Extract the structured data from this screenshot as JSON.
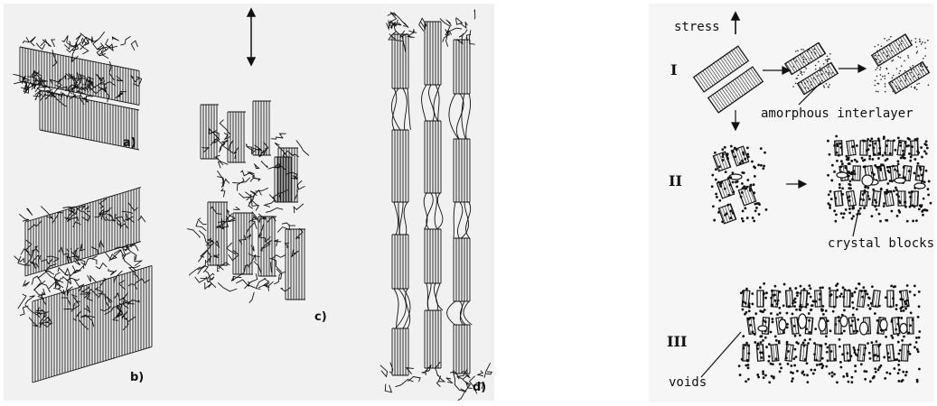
{
  "left_diagram": {
    "panel_labels": {
      "a": "a)",
      "b": "b)",
      "c": "c)",
      "d": "d)"
    }
  },
  "right_diagram": {
    "stress_label": "stress",
    "stages": {
      "I": "I",
      "II": "II",
      "III": "III"
    },
    "annotations": {
      "amorphous": "amorphous interlayer",
      "crystal_blocks": "crystal blocks",
      "voids": "voids"
    }
  }
}
